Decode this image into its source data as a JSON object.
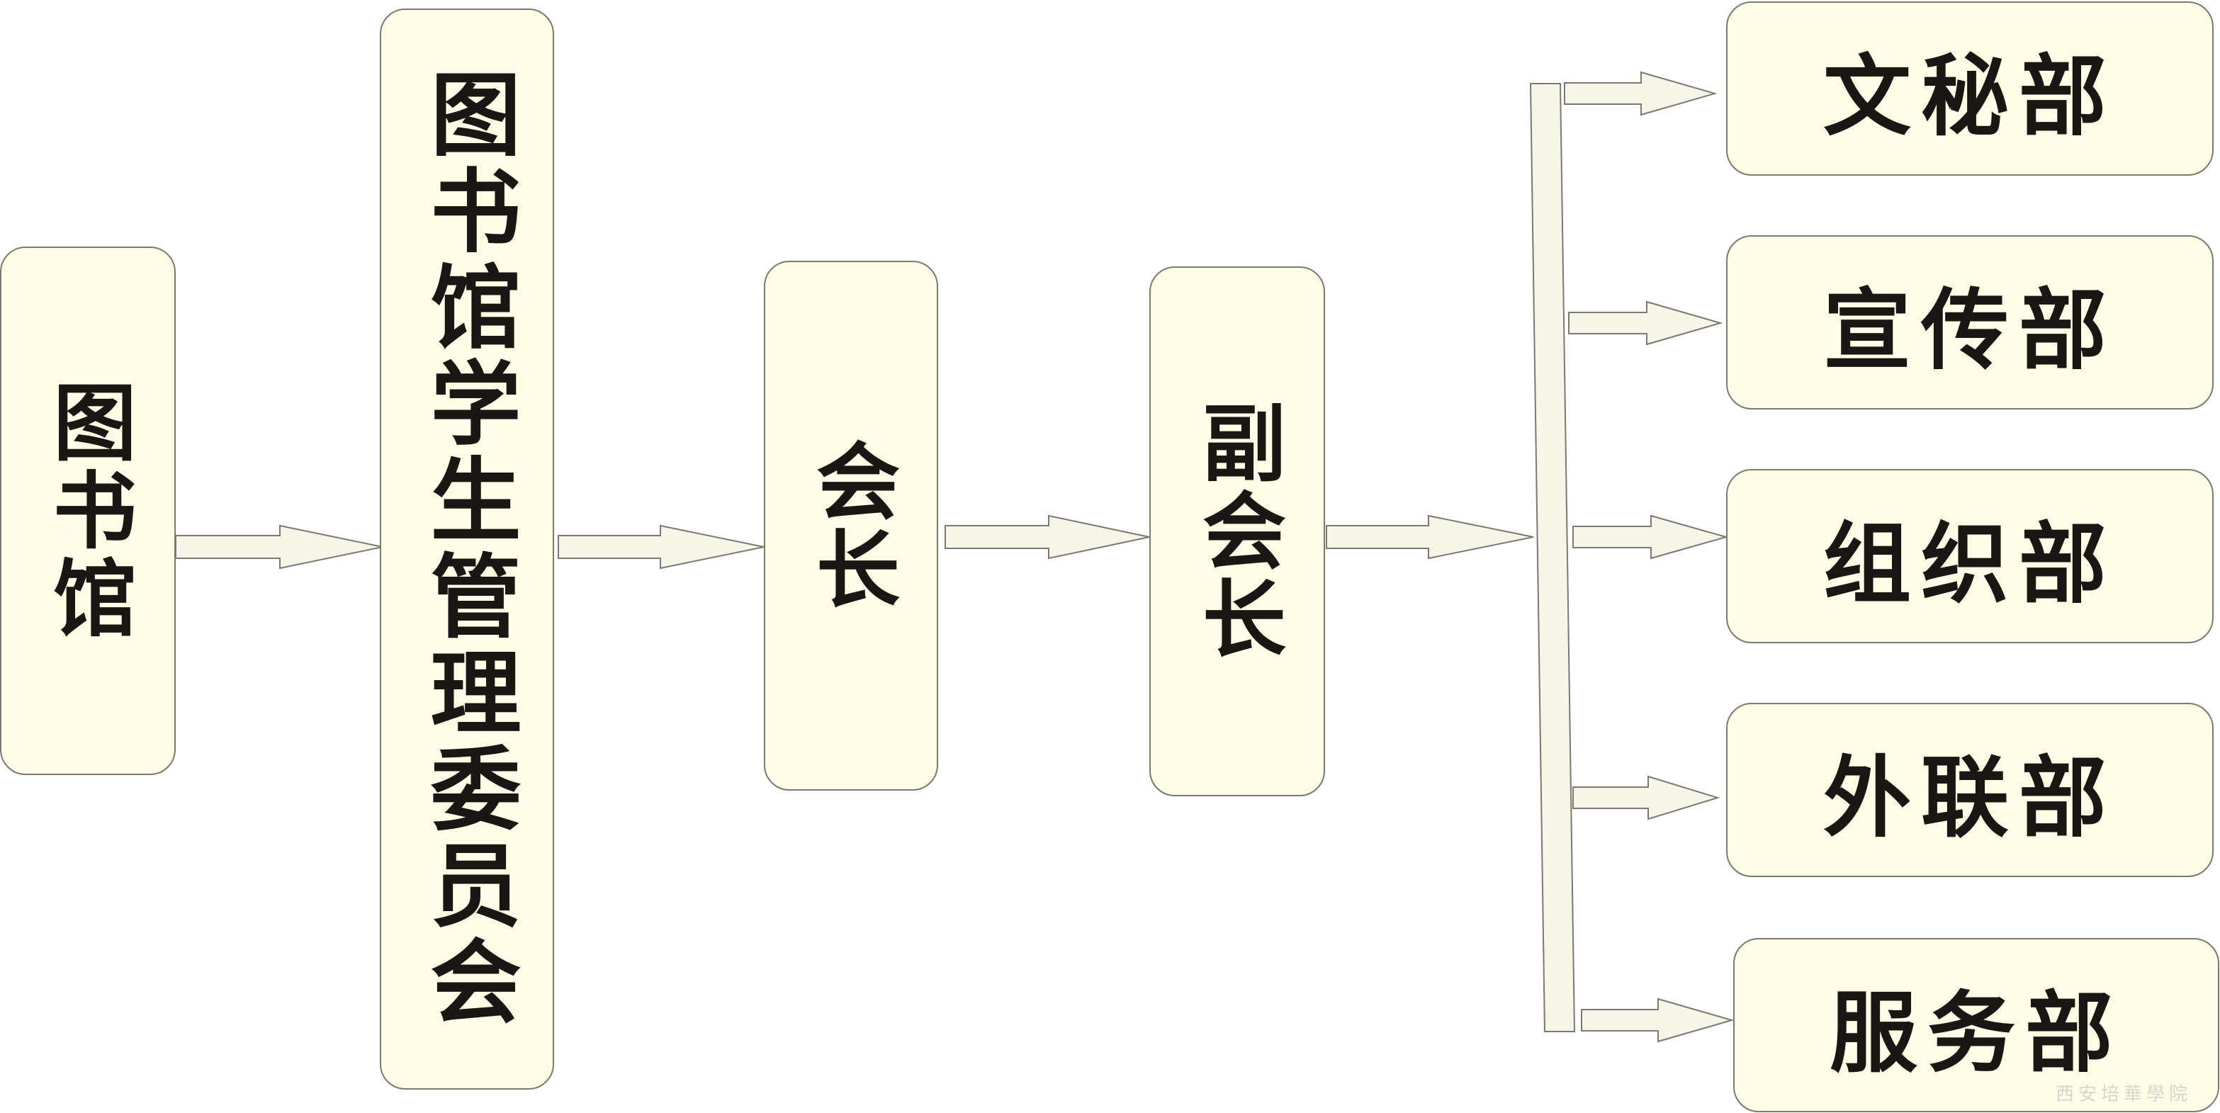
{
  "nodes": {
    "library": "图书馆",
    "committee": "图书馆学生管理委员会",
    "president": "会长",
    "vice_president": "副会长"
  },
  "departments": [
    "文秘部",
    "宣传部",
    "组织部",
    "外联部",
    "服务部"
  ],
  "watermark": "西安培華學院",
  "colors": {
    "box_fill": "#fffde6",
    "arrow_fill": "#f7f4e8",
    "stroke": "#7a7a70",
    "text": "#1a1614"
  }
}
